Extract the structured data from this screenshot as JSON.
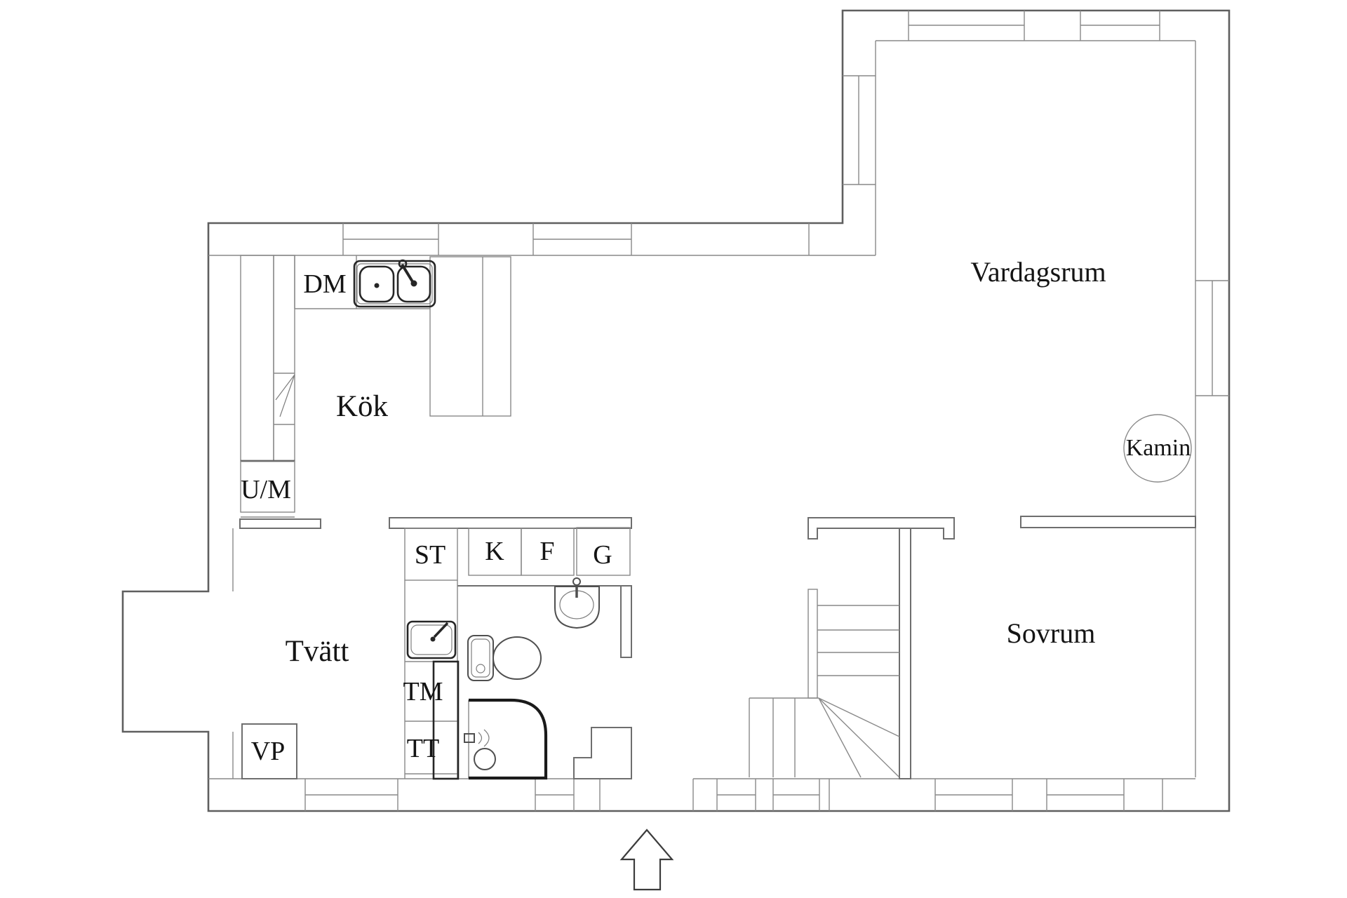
{
  "floor_plan": {
    "rooms": {
      "living_room": {
        "label": "Vardagsrum"
      },
      "kitchen": {
        "label": "Kök"
      },
      "laundry": {
        "label": "Tvätt"
      },
      "bedroom": {
        "label": "Sovrum"
      }
    },
    "fixtures": {
      "fireplace": {
        "label": "Kamin"
      },
      "dishwasher": {
        "label": "DM"
      },
      "oven_microwave": {
        "label": "U/M"
      },
      "cleaning_cabinet": {
        "label": "ST"
      },
      "fridge": {
        "label": "K"
      },
      "freezer": {
        "label": "F"
      },
      "wardrobe": {
        "label": "G"
      },
      "washing_machine": {
        "label": "TM"
      },
      "tumble_dryer": {
        "label": "TT"
      },
      "heat_pump": {
        "label": "VP"
      }
    },
    "colors": {
      "background": "#ffffff",
      "wall": "#5f5f5f",
      "thin_line": "#898989",
      "dark_feature": "#1a1a1a",
      "text": "#141414"
    }
  }
}
